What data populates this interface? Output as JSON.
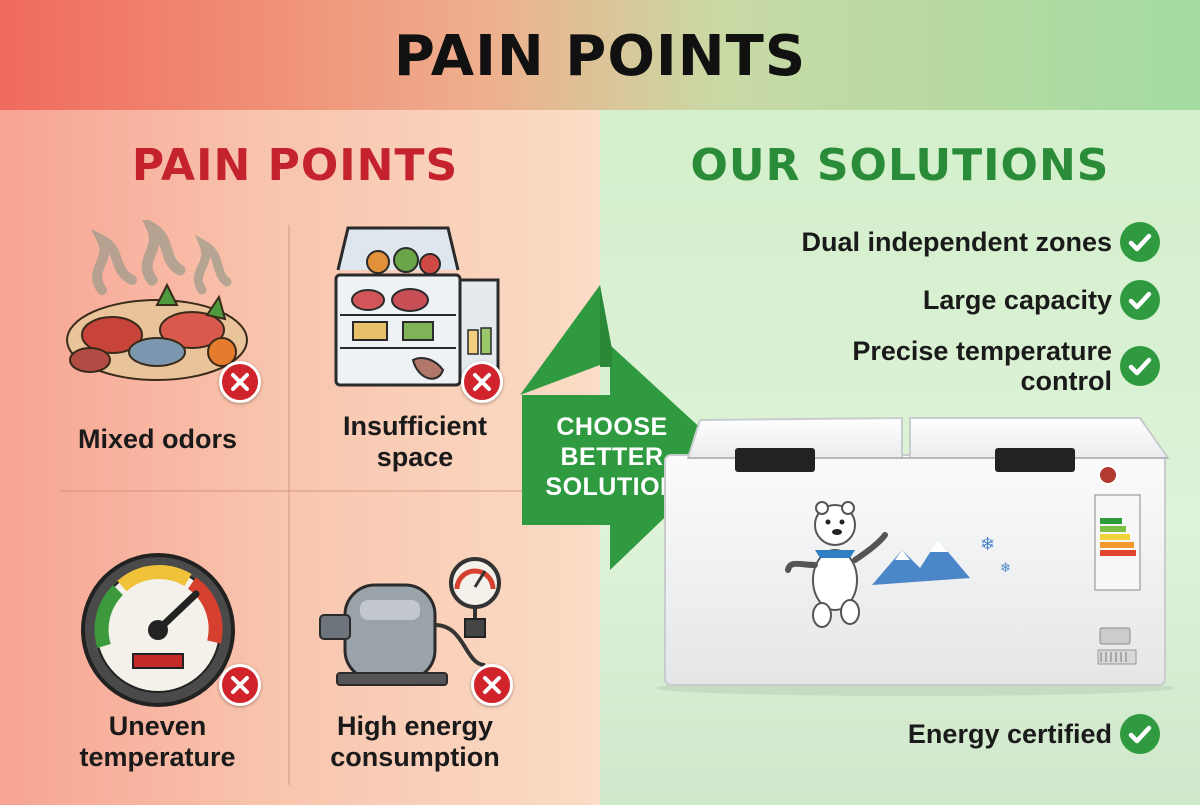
{
  "banner": {
    "title": "PAIN POINTS"
  },
  "left": {
    "title": "PAIN POINTS",
    "items": [
      {
        "label": "Mixed odors",
        "icon": "odor-food-icon"
      },
      {
        "label": "Insufficient space",
        "icon": "overfilled-fridge-icon"
      },
      {
        "label": "Uneven temperature",
        "icon": "gauge-icon"
      },
      {
        "label": "High energy consumption",
        "icon": "compressor-icon"
      }
    ]
  },
  "arrow": {
    "text": "CHOOSE BETTER SOLUTION"
  },
  "right": {
    "title": "OUR SOLUTIONS",
    "benefits": [
      {
        "label": "Dual independent zones"
      },
      {
        "label": "Large capacity"
      },
      {
        "label": "Precise temperature control"
      },
      {
        "label": "Energy certified"
      }
    ]
  },
  "colors": {
    "pain": "#c4222c",
    "solution": "#2a8c39",
    "accent_green": "#2f9a3f",
    "badge_red": "#d0232c"
  }
}
